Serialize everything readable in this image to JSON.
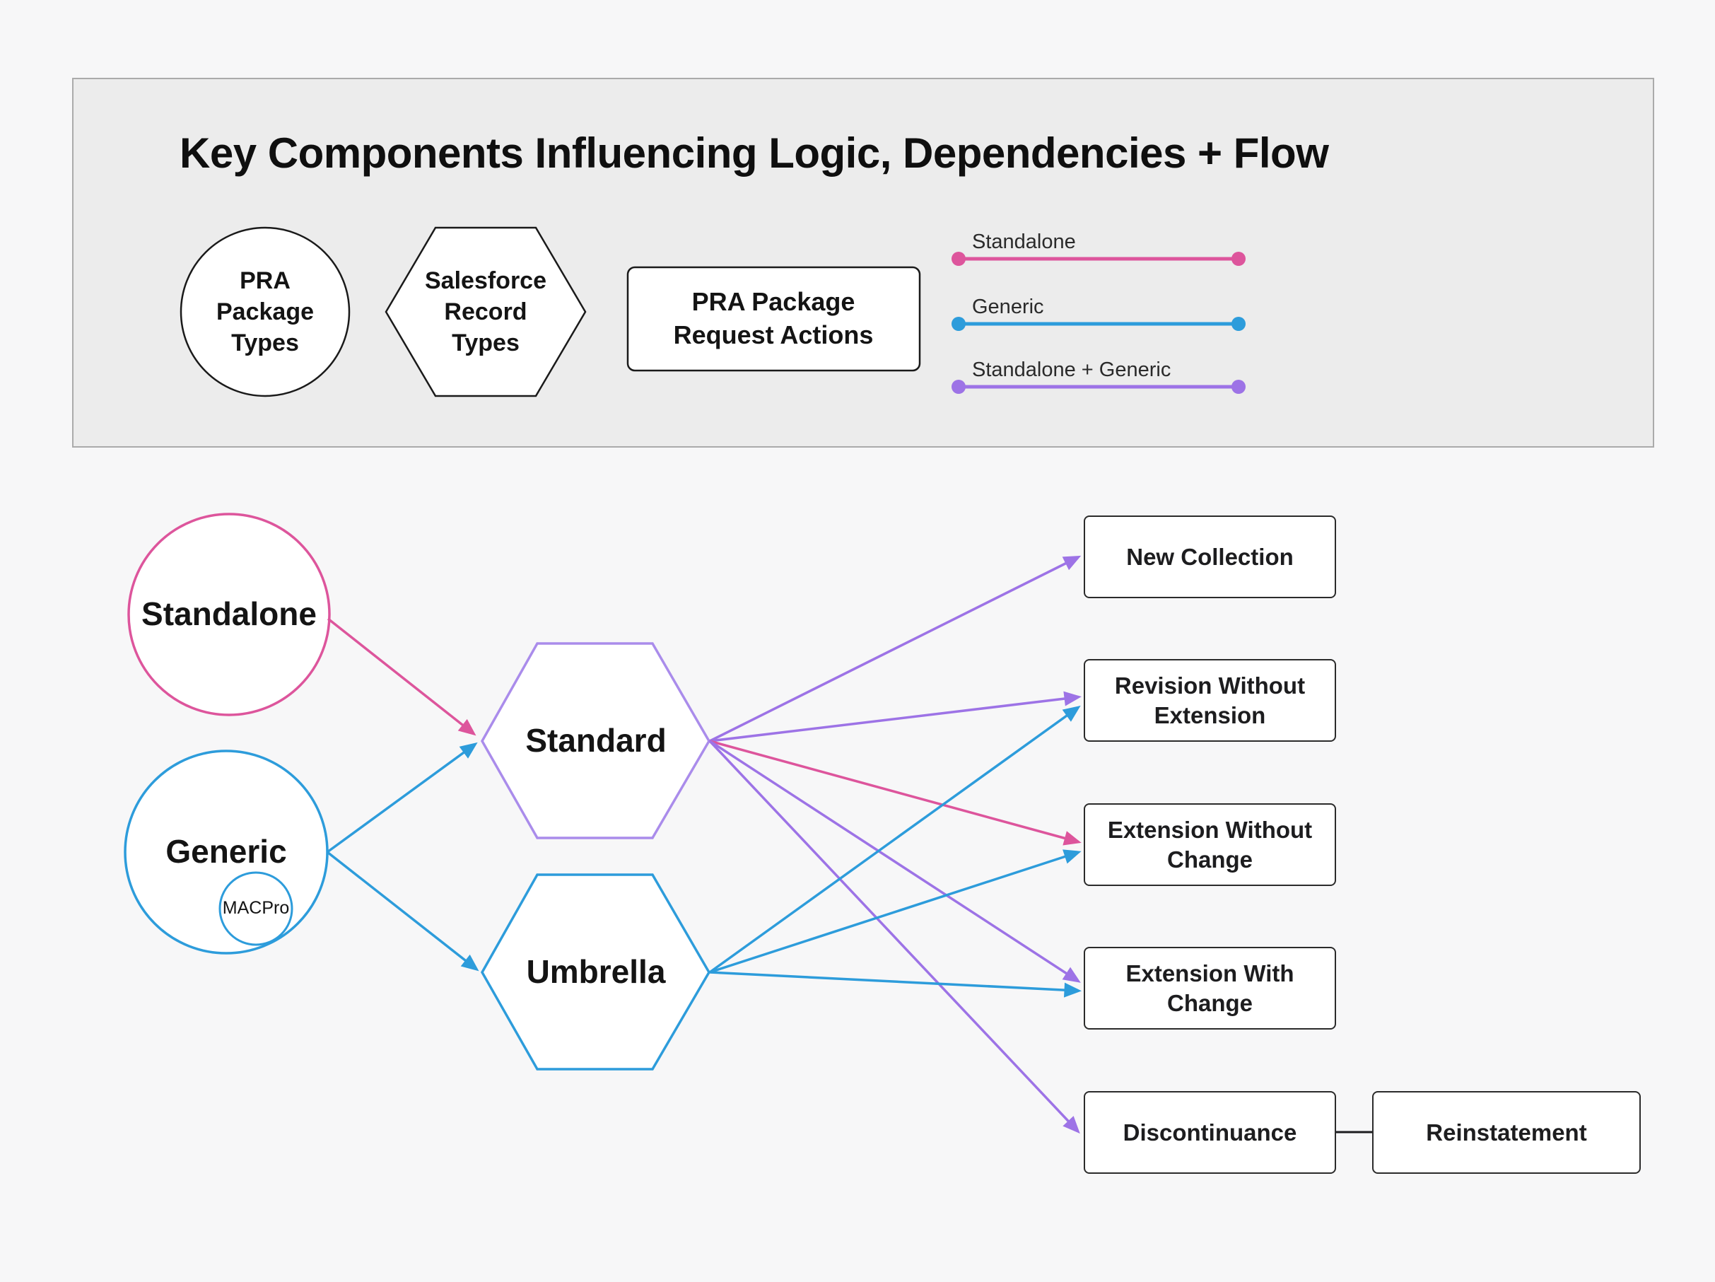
{
  "title": "Key Components Influencing Logic, Dependencies + Flow",
  "colors": {
    "standalone_pink": "#DD559C",
    "generic_blue": "#2D9CDB",
    "standalone_generic_purple": "#9D73E6",
    "panel_background": "#ECECEC",
    "page_background": "#F7F7F8",
    "box_border": "#2B2B2B"
  },
  "legend": {
    "shapes": [
      {
        "shape": "circle",
        "label": "PRA Package Types"
      },
      {
        "shape": "hexagon",
        "label": "Salesforce Record Types"
      },
      {
        "shape": "rectangle",
        "label": "PRA Package Request Actions"
      }
    ],
    "line_styles": [
      {
        "label": "Standalone",
        "color": "#DD559C"
      },
      {
        "label": "Generic",
        "color": "#2D9CDB"
      },
      {
        "label": "Standalone + Generic",
        "color": "#9D73E6"
      }
    ]
  },
  "package_types": {
    "standalone": {
      "label": "Standalone"
    },
    "generic": {
      "label": "Generic",
      "sub_label": "MACPro"
    }
  },
  "record_types": {
    "standard": {
      "label": "Standard"
    },
    "umbrella": {
      "label": "Umbrella"
    }
  },
  "actions": {
    "new_collection": "New Collection",
    "revision_without_extension": "Revision Without Extension",
    "extension_without_change": "Extension Without Change",
    "extension_with_change": "Extension With Change",
    "discontinuance": "Discontinuance",
    "reinstatement": "Reinstatement"
  },
  "edges": [
    {
      "from": "Standalone",
      "to": "Standard",
      "style": "Standalone"
    },
    {
      "from": "Generic",
      "to": "Standard",
      "style": "Generic"
    },
    {
      "from": "Generic",
      "to": "Umbrella",
      "style": "Generic"
    },
    {
      "from": "Standard",
      "to": "New Collection",
      "style": "Standalone + Generic"
    },
    {
      "from": "Standard",
      "to": "Revision Without Extension",
      "style": "Standalone + Generic"
    },
    {
      "from": "Standard",
      "to": "Extension Without Change",
      "style": "Standalone"
    },
    {
      "from": "Standard",
      "to": "Extension With Change",
      "style": "Standalone + Generic"
    },
    {
      "from": "Standard",
      "to": "Discontinuance",
      "style": "Standalone + Generic"
    },
    {
      "from": "Umbrella",
      "to": "Revision Without Extension",
      "style": "Generic"
    },
    {
      "from": "Umbrella",
      "to": "Extension Without Change",
      "style": "Generic"
    },
    {
      "from": "Umbrella",
      "to": "Extension With Change",
      "style": "Generic"
    },
    {
      "from": "Discontinuance",
      "to": "Reinstatement",
      "style": "plain connector"
    }
  ]
}
